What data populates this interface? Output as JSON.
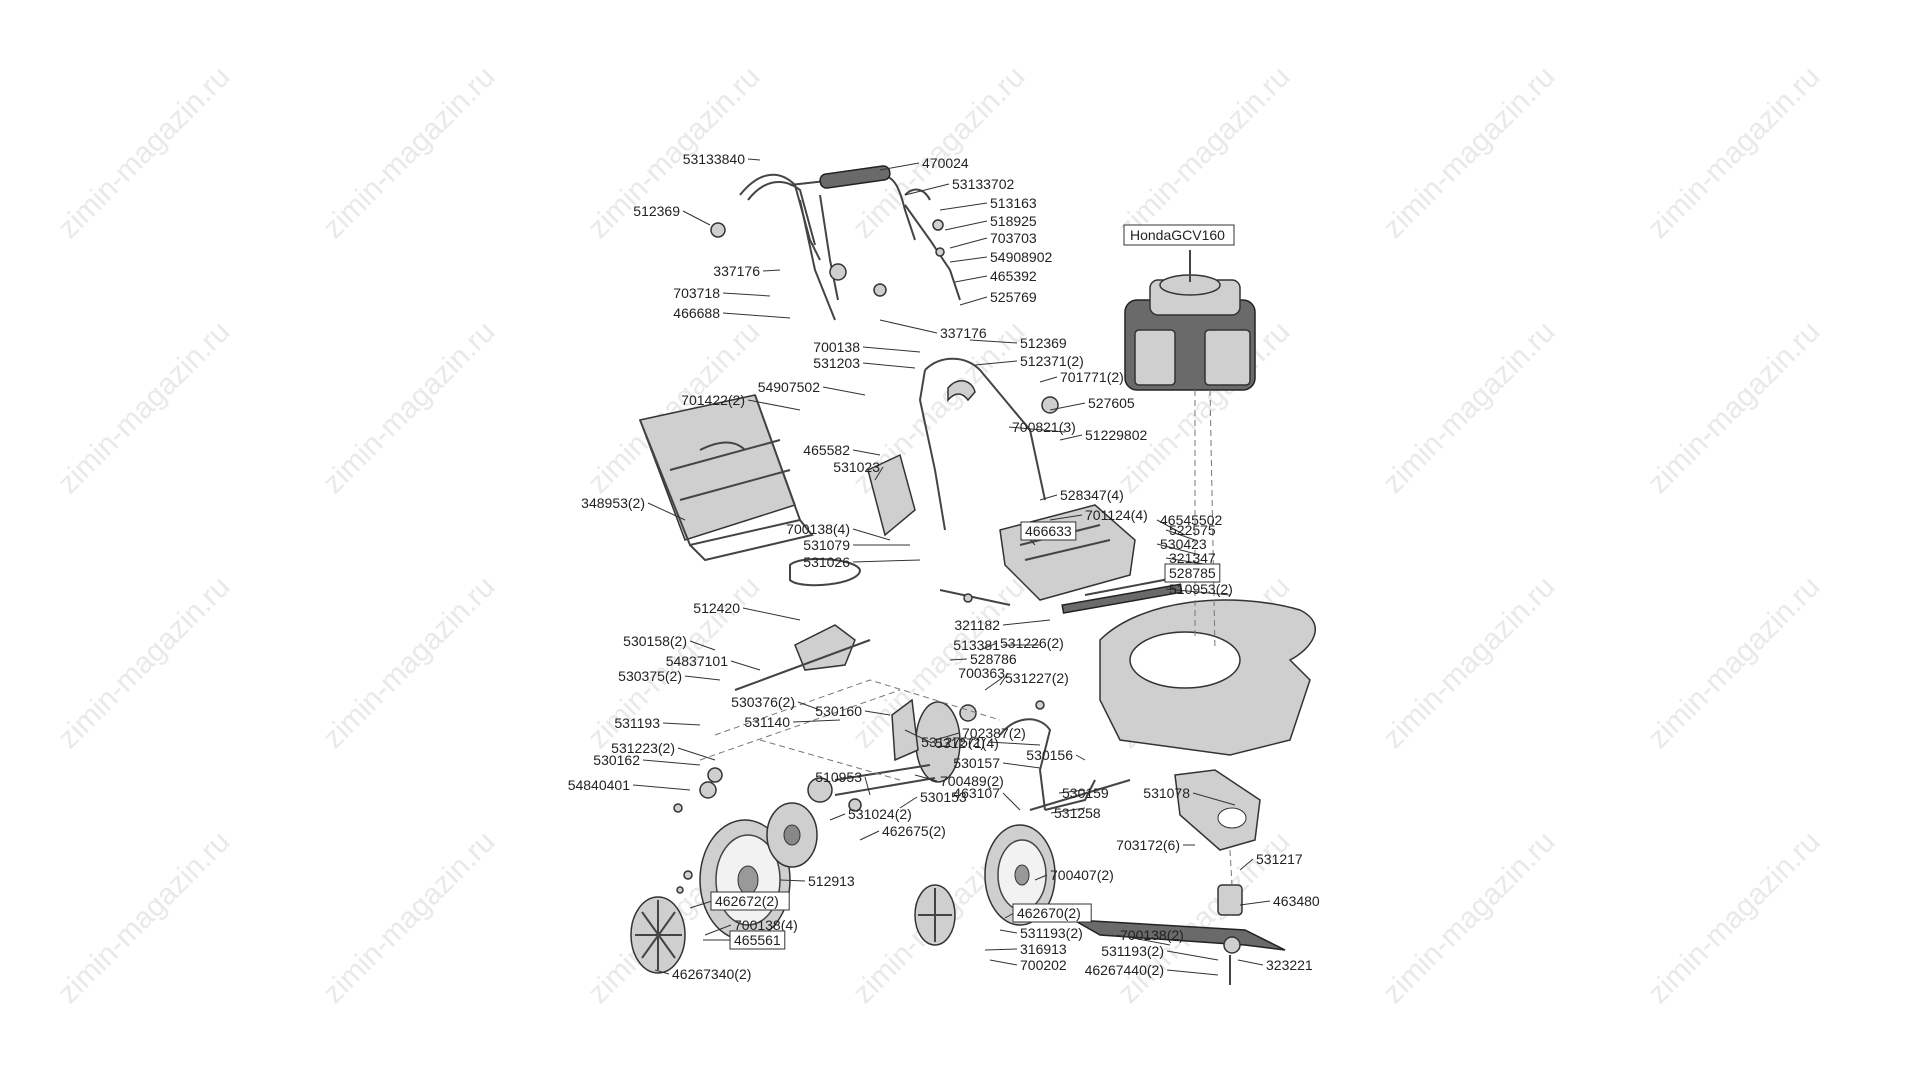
{
  "watermark": "zimin-magazin.ru",
  "engine_label": "HondaGCV160",
  "labels": [
    {
      "text": "53133840"
    },
    {
      "text": "470024"
    },
    {
      "text": "53133702"
    },
    {
      "text": "512369"
    },
    {
      "text": "513163"
    },
    {
      "text": "518925"
    },
    {
      "text": "703703"
    },
    {
      "text": "54908902"
    },
    {
      "text": "337176"
    },
    {
      "text": "465392"
    },
    {
      "text": "703718"
    },
    {
      "text": "525769"
    },
    {
      "text": "466688"
    },
    {
      "text": "337176"
    },
    {
      "text": "700138"
    },
    {
      "text": "512369"
    },
    {
      "text": "531203"
    },
    {
      "text": "512371(2)"
    },
    {
      "text": "54907502"
    },
    {
      "text": "701771(2)"
    },
    {
      "text": "701422(2)"
    },
    {
      "text": "527605"
    },
    {
      "text": "700821(3)"
    },
    {
      "text": "51229802"
    },
    {
      "text": "465582"
    },
    {
      "text": "528347(4)"
    },
    {
      "text": "531023"
    },
    {
      "text": "348953(2)"
    },
    {
      "text": "701124(4)"
    },
    {
      "text": "700138(4)"
    },
    {
      "text": "466633",
      "boxed": true
    },
    {
      "text": "531079"
    },
    {
      "text": "46545502"
    },
    {
      "text": "531026"
    },
    {
      "text": "522575"
    },
    {
      "text": "530423"
    },
    {
      "text": "321347"
    },
    {
      "text": "528785",
      "boxed": true
    },
    {
      "text": "510953(2)"
    },
    {
      "text": "321182"
    },
    {
      "text": "512420"
    },
    {
      "text": "513381"
    },
    {
      "text": "530158(2)"
    },
    {
      "text": "528786"
    },
    {
      "text": "54837101"
    },
    {
      "text": "531226(2)"
    },
    {
      "text": "530375(2)"
    },
    {
      "text": "700363"
    },
    {
      "text": "531227(2)"
    },
    {
      "text": "530376(2)"
    },
    {
      "text": "530160"
    },
    {
      "text": "531140"
    },
    {
      "text": "702387(2)"
    },
    {
      "text": "531275(2)"
    },
    {
      "text": "531193"
    },
    {
      "text": "530156"
    },
    {
      "text": "531271(4)"
    },
    {
      "text": "530157"
    },
    {
      "text": "531223(2)"
    },
    {
      "text": "530162"
    },
    {
      "text": "54840401"
    },
    {
      "text": "700489(2)"
    },
    {
      "text": "530159"
    },
    {
      "text": "510953"
    },
    {
      "text": "531258"
    },
    {
      "text": "530153"
    },
    {
      "text": "463107"
    },
    {
      "text": "531078"
    },
    {
      "text": "531024(2)"
    },
    {
      "text": "703172(6)"
    },
    {
      "text": "462675(2)"
    },
    {
      "text": "531217"
    },
    {
      "text": "512913"
    },
    {
      "text": "700407(2)"
    },
    {
      "text": "462672(2)",
      "boxed": true
    },
    {
      "text": "463480"
    },
    {
      "text": "462670(2)",
      "boxed": true
    },
    {
      "text": "700138(4)"
    },
    {
      "text": "531193(2)"
    },
    {
      "text": "465561",
      "boxed": true
    },
    {
      "text": "700138(2)"
    },
    {
      "text": "316913"
    },
    {
      "text": "531193(2)"
    },
    {
      "text": "700202"
    },
    {
      "text": "323221"
    },
    {
      "text": "46267440(2)"
    },
    {
      "text": "46267340(2)"
    }
  ]
}
